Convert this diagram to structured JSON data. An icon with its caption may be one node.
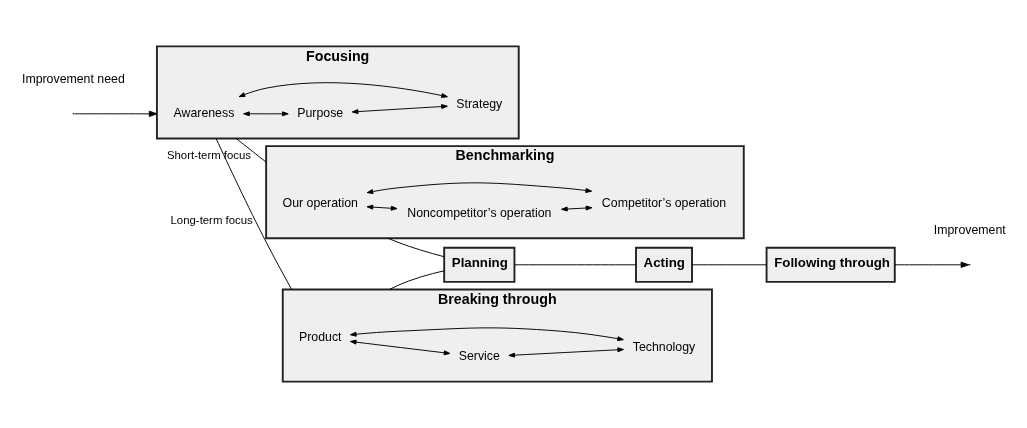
{
  "diagram": {
    "nodes": [
      {
        "text": [
          "Focusing"
        ]
      },
      {
        "text": [
          "Awareness"
        ],
        "in": 0
      },
      {
        "text": [
          "Purpose"
        ],
        "in": 0
      },
      {
        "text": [
          "Strategy"
        ],
        "in": 0
      },
      {
        "text": [
          "Benchmarking"
        ]
      },
      {
        "text": [
          "Our operation"
        ],
        "in": 4
      },
      {
        "text": [
          "Noncompetitor’s operation"
        ],
        "in": 4
      },
      {
        "text": [
          "Competitor’s operation"
        ],
        "in": 4
      },
      {
        "text": [
          "Breaking through"
        ]
      },
      {
        "text": [
          "Product"
        ],
        "in": 8
      },
      {
        "text": [
          "Service"
        ],
        "in": 8
      },
      {
        "text": [
          "Technology"
        ],
        "in": 8
      },
      {
        "text": [
          "Planning"
        ]
      },
      {
        "text": [
          "Acting"
        ]
      },
      {
        "text": [
          "Following through"
        ]
      }
    ],
    "edges": [
      {
        "from": null,
        "to": 0,
        "arrow": "to"
      },
      {
        "from": 1,
        "to": 2,
        "arrow": "both"
      },
      {
        "from": 1,
        "to": 3,
        "arrow": "both"
      },
      {
        "from": 2,
        "to": 3,
        "arrow": "both"
      },
      {
        "from": 0,
        "to": 4,
        "arrow": "none",
        "label": "Short-term focus"
      },
      {
        "from": 0,
        "to": 8,
        "arrow": "none",
        "label": "Long-term focus"
      },
      {
        "from": 5,
        "to": 6,
        "arrow": "both"
      },
      {
        "from": 5,
        "to": 7,
        "arrow": "both"
      },
      {
        "from": 6,
        "to": 7,
        "arrow": "both"
      },
      {
        "from": 9,
        "to": 10,
        "arrow": "both"
      },
      {
        "from": 9,
        "to": 11,
        "arrow": "both"
      },
      {
        "from": 10,
        "to": 11,
        "arrow": "both"
      },
      {
        "from": 4,
        "to": 12,
        "arrow": "none"
      },
      {
        "from": 8,
        "to": 12,
        "arrow": "none"
      },
      {
        "from": 12,
        "to": 13,
        "arrow": "none"
      },
      {
        "from": 13,
        "to": 14,
        "arrow": "none"
      },
      {
        "from": 14,
        "to": null,
        "arrow": "to"
      }
    ],
    "labels": [
      "Improvement need",
      "Improvement"
    ]
  }
}
